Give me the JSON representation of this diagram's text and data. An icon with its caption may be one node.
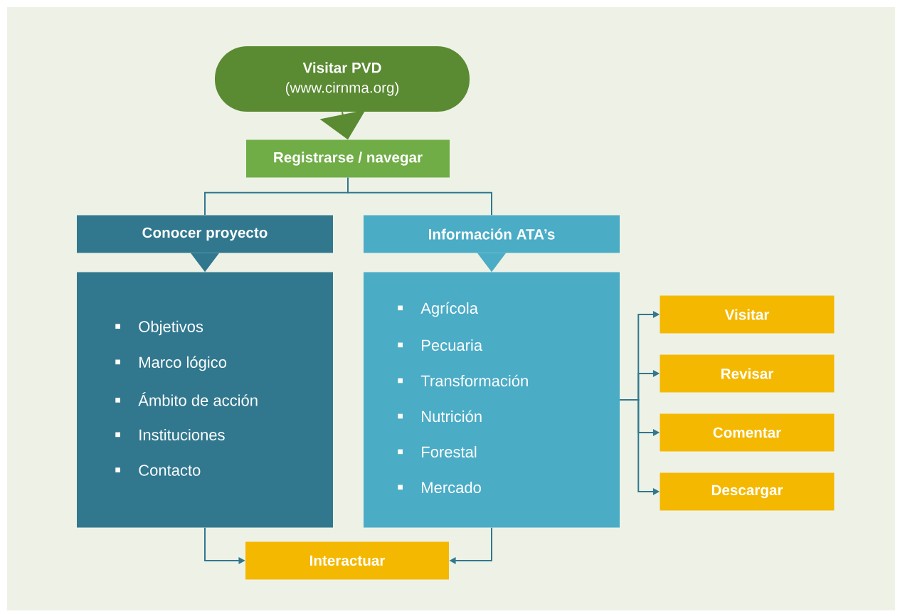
{
  "diagram": {
    "nodes": [
      {
        "text": [
          "Visitar PVD",
          "(www.cirnma.org)"
        ]
      },
      {
        "text": [
          "Registrarse / navegar"
        ]
      },
      {
        "text": [
          "Conocer proyecto"
        ]
      },
      {
        "text": [
          "Información ATA’s"
        ]
      },
      {
        "text": [
          "Objetivos",
          "Marco lógico",
          "Ámbito de acción",
          "Instituciones",
          "Contacto"
        ]
      },
      {
        "text": [
          "Agrícola",
          "Pecuaria",
          "Transformación",
          "Nutrición",
          "Forestal",
          "Mercado"
        ]
      },
      {
        "text": [
          "Visitar"
        ]
      },
      {
        "text": [
          "Revisar"
        ]
      },
      {
        "text": [
          "Comentar"
        ]
      },
      {
        "text": [
          "Descargar"
        ]
      },
      {
        "text": [
          "Interactuar"
        ]
      }
    ],
    "edges": [
      {
        "from": 0,
        "to": 1,
        "arrow": "to",
        "color": "#5a8a32"
      },
      {
        "from": 1,
        "to": 2,
        "arrow": "none"
      },
      {
        "from": 1,
        "to": 3,
        "arrow": "none"
      },
      {
        "from": 2,
        "to": 4,
        "arrow": "to"
      },
      {
        "from": 3,
        "to": 5,
        "arrow": "to",
        "color": "#4bacc6"
      },
      {
        "from": 5,
        "to": 6,
        "arrow": "to"
      },
      {
        "from": 5,
        "to": 7,
        "arrow": "to"
      },
      {
        "from": 5,
        "to": 8,
        "arrow": "to"
      },
      {
        "from": 5,
        "to": 9,
        "arrow": "to"
      },
      {
        "from": 4,
        "to": 10,
        "arrow": "to"
      },
      {
        "from": 5,
        "to": 10,
        "arrow": "to"
      }
    ]
  }
}
